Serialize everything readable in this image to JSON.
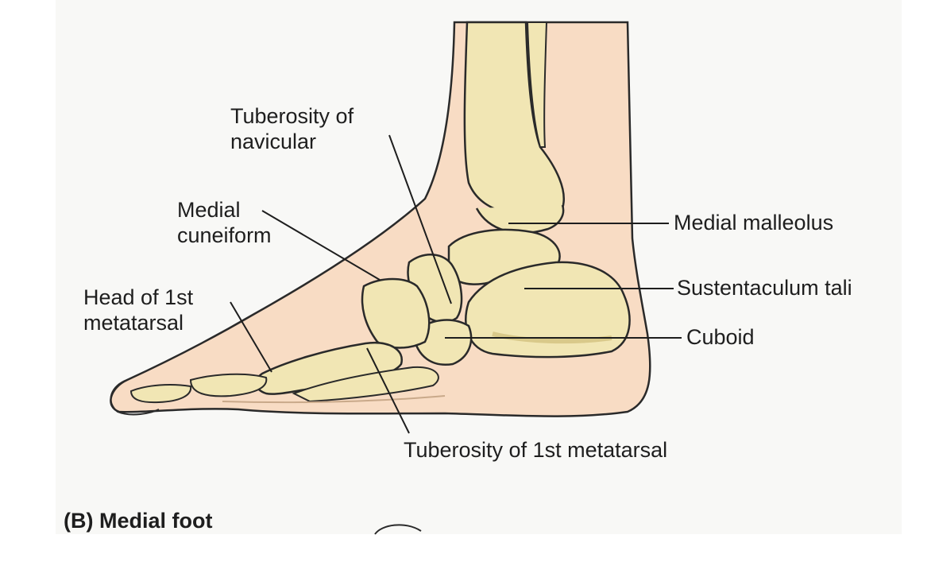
{
  "caption": "(B) Medial foot",
  "labels": {
    "tuberosity_navicular": [
      "Tuberosity of",
      "navicular"
    ],
    "medial_cuneiform": [
      "Medial",
      "cuneiform"
    ],
    "head_first_metatarsal": [
      "Head of 1st",
      "metatarsal"
    ],
    "medial_malleolus": "Medial malleolus",
    "sustentaculum_tali": "Sustentaculum tali",
    "cuboid": "Cuboid",
    "tuberosity_first_metatarsal": "Tuberosity of 1st metatarsal"
  },
  "colors": {
    "skin": "#f8dcc4",
    "bone": "#f1e6b4",
    "bone_shadow": "#d9c98a",
    "outline": "#2a2a2a",
    "panel": "#f8f8f6"
  }
}
